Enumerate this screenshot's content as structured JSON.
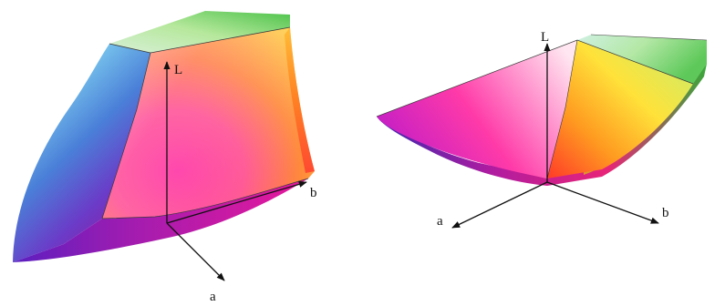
{
  "left_figure": {
    "axis_labels": {
      "L": "L",
      "a": "a",
      "b": "b"
    }
  },
  "right_figure": {
    "axis_labels": {
      "L": "L",
      "a": "a",
      "b": "b"
    }
  }
}
